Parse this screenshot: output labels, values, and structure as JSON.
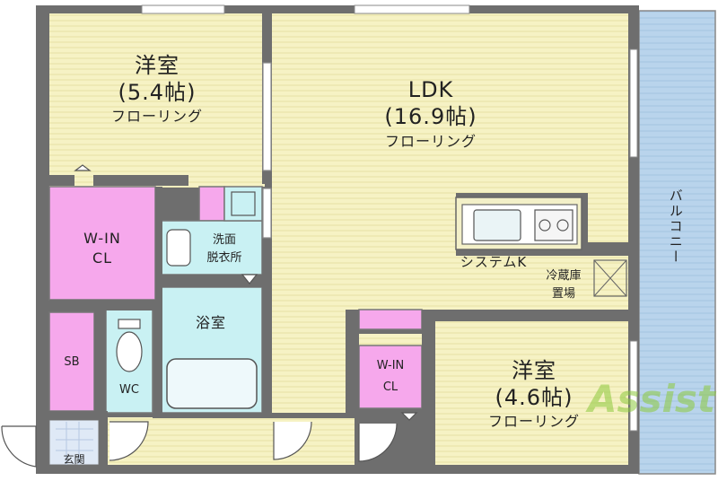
{
  "rooms": {
    "bedroom1": {
      "name": "洋室",
      "size": "(5.4帖)",
      "floor": "フローリング"
    },
    "ldk": {
      "name": "LDK",
      "size": "(16.9帖)",
      "floor": "フローリング"
    },
    "bedroom2": {
      "name": "洋室",
      "size": "(4.6帖)",
      "floor": "フローリング"
    },
    "wic1": {
      "line1": "W-IN",
      "line2": "CL"
    },
    "wic2": {
      "line1": "W-IN",
      "line2": "CL"
    },
    "washroom": {
      "line1": "洗面",
      "line2": "脱衣所"
    },
    "bath": "浴室",
    "sb": "SB",
    "wc": "WC",
    "entrance": "玄関",
    "kitchen": "システムK",
    "fridge": {
      "line1": "冷蔵庫",
      "line2": "置場"
    },
    "balcony": "バルコニー"
  },
  "logo": "Assist",
  "colors": {
    "wall": "#6e6e6e",
    "floor": "#f6f2c4",
    "closet": "#f6a8ec",
    "bath": "#c9f1f3",
    "balcony": "#b9d4ec",
    "entrance": "#dfe9f6",
    "logo": "#8cc83c"
  }
}
